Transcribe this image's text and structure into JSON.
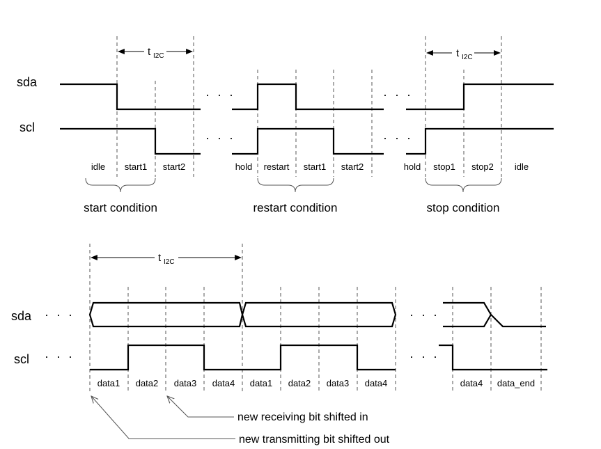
{
  "signals": {
    "sda": "sda",
    "scl": "scl"
  },
  "period": {
    "t": "t",
    "sub": "I2C"
  },
  "ellipsis": "· · ·",
  "top": {
    "cells": [
      "idle",
      "start1",
      "start2",
      "hold",
      "restart",
      "start1",
      "start2",
      "hold",
      "stop1",
      "stop2",
      "idle"
    ],
    "conditions": [
      "start condition",
      "restart condition",
      "stop condition"
    ]
  },
  "bottom": {
    "cells": [
      "data1",
      "data2",
      "data3",
      "data4",
      "data1",
      "data2",
      "data3",
      "data4",
      "data4",
      "data_end"
    ]
  },
  "notes": {
    "receiving": "new receiving bit shifted in",
    "transmitting": "new transmitting bit shifted out"
  }
}
